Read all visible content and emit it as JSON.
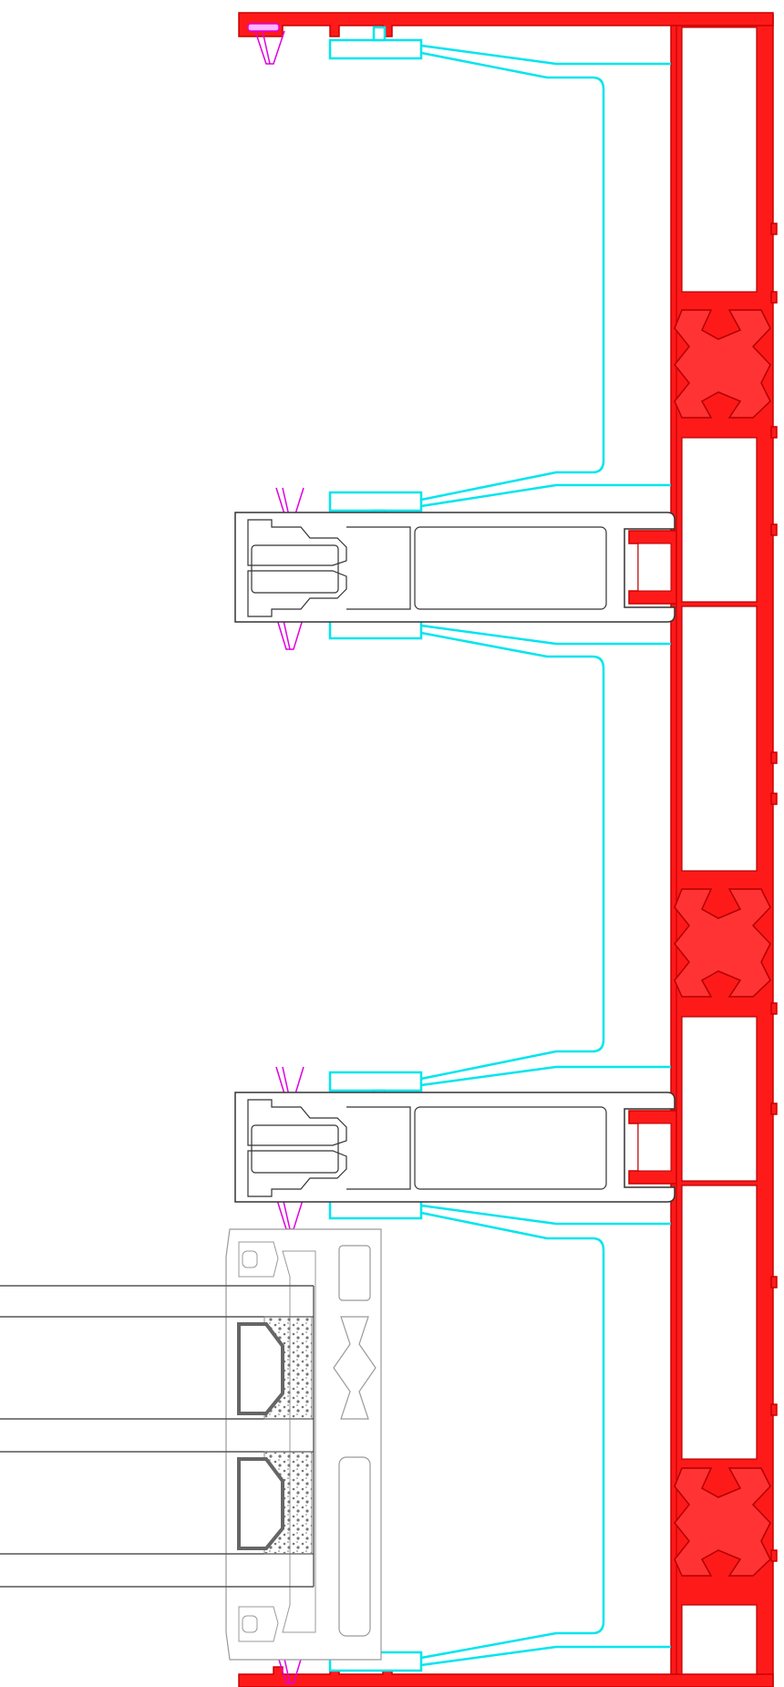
{
  "drawing": {
    "colors": {
      "mullion_frame": "#ff0000",
      "thermal_break": "#ff3333",
      "pressure_plate": "#00e5ee",
      "gasket": "#e000e0",
      "adapter_profile": "#333333",
      "glazing_unit": "#555555",
      "sash": "#9a9a9a",
      "background": "#ffffff"
    },
    "components": [
      "mullion-frame",
      "thermal-break",
      "pressure-plate",
      "gasket",
      "adapter-profile",
      "glazing-unit",
      "sash-profile"
    ]
  }
}
